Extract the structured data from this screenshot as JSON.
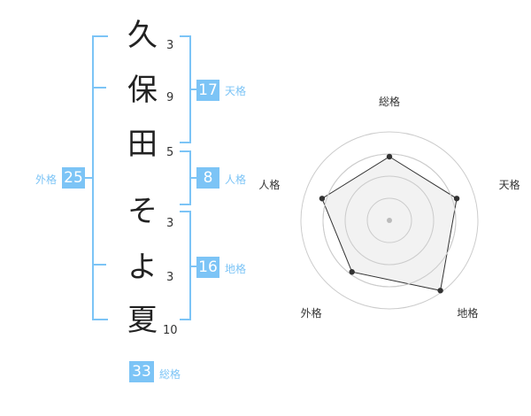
{
  "name": {
    "chars": [
      {
        "char": "久",
        "strokes": "3"
      },
      {
        "char": "保",
        "strokes": "9"
      },
      {
        "char": "田",
        "strokes": "5"
      },
      {
        "char": "そ",
        "strokes": "3"
      },
      {
        "char": "よ",
        "strokes": "3"
      },
      {
        "char": "夏",
        "strokes": "10"
      }
    ]
  },
  "kakusu": {
    "tenkaku": {
      "value": "17",
      "label": "天格"
    },
    "jinkaku": {
      "value": "8",
      "label": "人格"
    },
    "chikaku": {
      "value": "16",
      "label": "地格"
    },
    "gaikaku": {
      "value": "25",
      "label": "外格"
    },
    "soukaku": {
      "value": "33",
      "label": "総格"
    }
  },
  "radar": {
    "axes": [
      "総格",
      "天格",
      "地格",
      "外格",
      "人格"
    ],
    "levels": 4,
    "values": [
      0.72,
      0.8,
      0.98,
      0.72,
      0.8
    ]
  },
  "colors": {
    "accent": "#7cc4f6",
    "radar_fill": "#f0f0f0",
    "radar_grid": "#cccccc",
    "radar_line": "#333333"
  }
}
